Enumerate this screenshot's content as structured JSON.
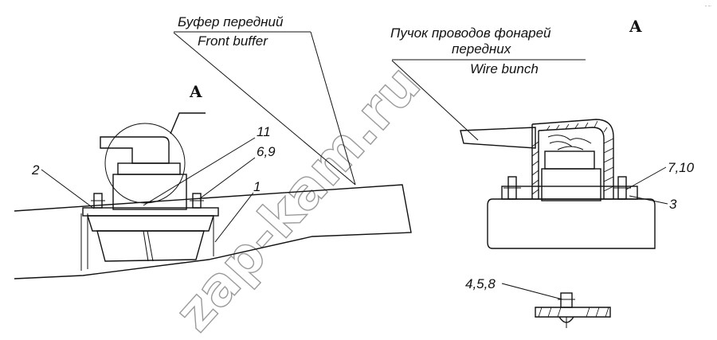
{
  "labels": {
    "buffer_ru": "Буфер передний",
    "buffer_en": "Front buffer",
    "wires_ru_1": "Пучок проводов фонарей",
    "wires_ru_2": "передних",
    "wires_en": "Wire bunch",
    "view_a_main": "A",
    "view_a_detail": "A",
    "callout_11": "11",
    "callout_6_9": "6,9",
    "callout_2": "2",
    "callout_1": "1",
    "callout_7_10": "7,10",
    "callout_3": "3",
    "callout_4_5_8": "4,5,8"
  },
  "watermark": "zap-kam.ru"
}
